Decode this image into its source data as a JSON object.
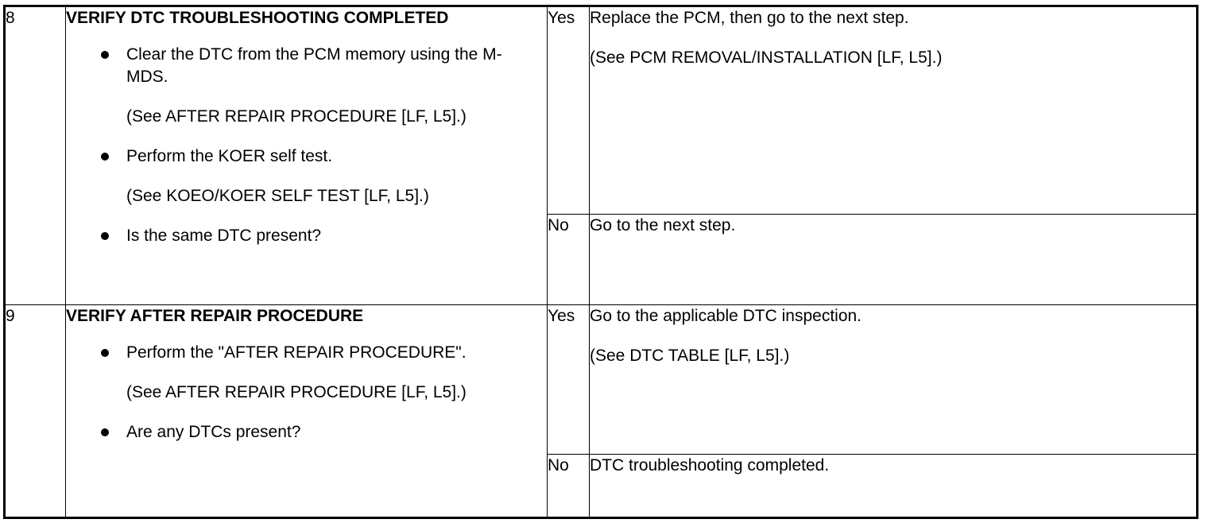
{
  "steps": [
    {
      "number": "8",
      "title": "VERIFY DTC TROUBLESHOOTING COMPLETED",
      "items": [
        {
          "text": "Clear the DTC from the PCM memory using the M-MDS.",
          "ref": "(See AFTER REPAIR PROCEDURE [LF, L5].)"
        },
        {
          "text": "Perform the KOER self test.",
          "ref": "(See KOEO/KOER SELF TEST [LF, L5].)"
        },
        {
          "text": "Is the same DTC present?",
          "ref": ""
        }
      ],
      "yes": {
        "label": "Yes",
        "action": "Replace the PCM, then go to the next step.",
        "ref": "(See PCM REMOVAL/INSTALLATION [LF, L5].)"
      },
      "no": {
        "label": "No",
        "action": "Go to the next step.",
        "ref": ""
      }
    },
    {
      "number": "9",
      "title": "VERIFY AFTER REPAIR PROCEDURE",
      "items": [
        {
          "text": "Perform the \"AFTER REPAIR PROCEDURE\".",
          "ref": "(See AFTER REPAIR PROCEDURE [LF, L5].)"
        },
        {
          "text": "Are any DTCs present?",
          "ref": ""
        }
      ],
      "yes": {
        "label": "Yes",
        "action": "Go to the applicable DTC inspection.",
        "ref": "(See DTC TABLE [LF, L5].)"
      },
      "no": {
        "label": "No",
        "action": "DTC troubleshooting completed.",
        "ref": ""
      }
    }
  ]
}
